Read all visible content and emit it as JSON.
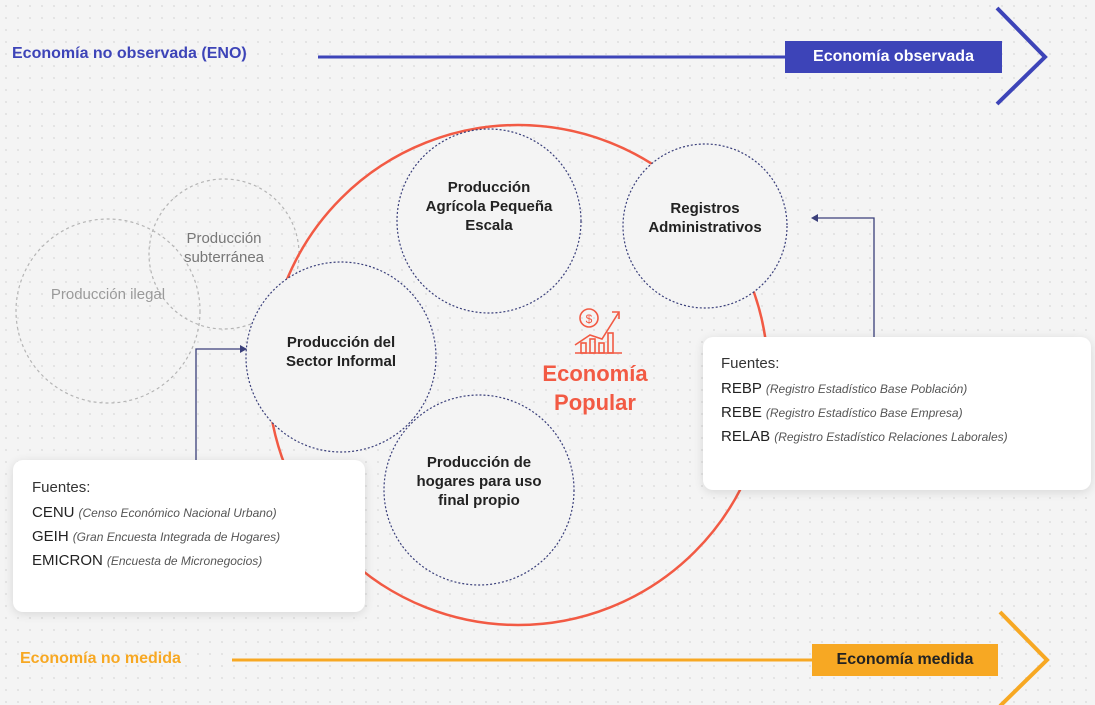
{
  "colors": {
    "observed": "#3d44b8",
    "measured": "#f7a823",
    "popular": "#f25a44"
  },
  "top_axis": {
    "left_label": "Economía no observada (ENO)",
    "right_label": "Economía observada"
  },
  "bottom_axis": {
    "left_label": "Economía no medida",
    "right_label": "Economía medida"
  },
  "circles": {
    "ilegal": "Producción ilegal",
    "subterranea": "Producción subterránea",
    "informal": "Producción del Sector Informal",
    "agricola": "Producción Agrícola Pequeña Escala",
    "registros": "Registros Administrativos",
    "hogares": "Producción de hogares para uso final propio"
  },
  "center": {
    "icon": "money-growth-chart-icon",
    "line1": "Economía",
    "line2": "Popular"
  },
  "sources_left": {
    "title": "Fuentes:",
    "items": [
      {
        "code": "CENU",
        "desc": "(Censo Económico Nacional Urbano)"
      },
      {
        "code": "GEIH",
        "desc": "(Gran Encuesta Integrada de Hogares)"
      },
      {
        "code": "EMICRON",
        "desc": "(Encuesta de Micronegocios)"
      }
    ]
  },
  "sources_right": {
    "title": "Fuentes:",
    "items": [
      {
        "code": "REBP",
        "desc": "(Registro Estadístico Base Población)"
      },
      {
        "code": "REBE",
        "desc": "(Registro Estadístico Base Empresa)"
      },
      {
        "code": "RELAB",
        "desc": "(Registro Estadístico Relaciones Laborales)"
      }
    ]
  }
}
